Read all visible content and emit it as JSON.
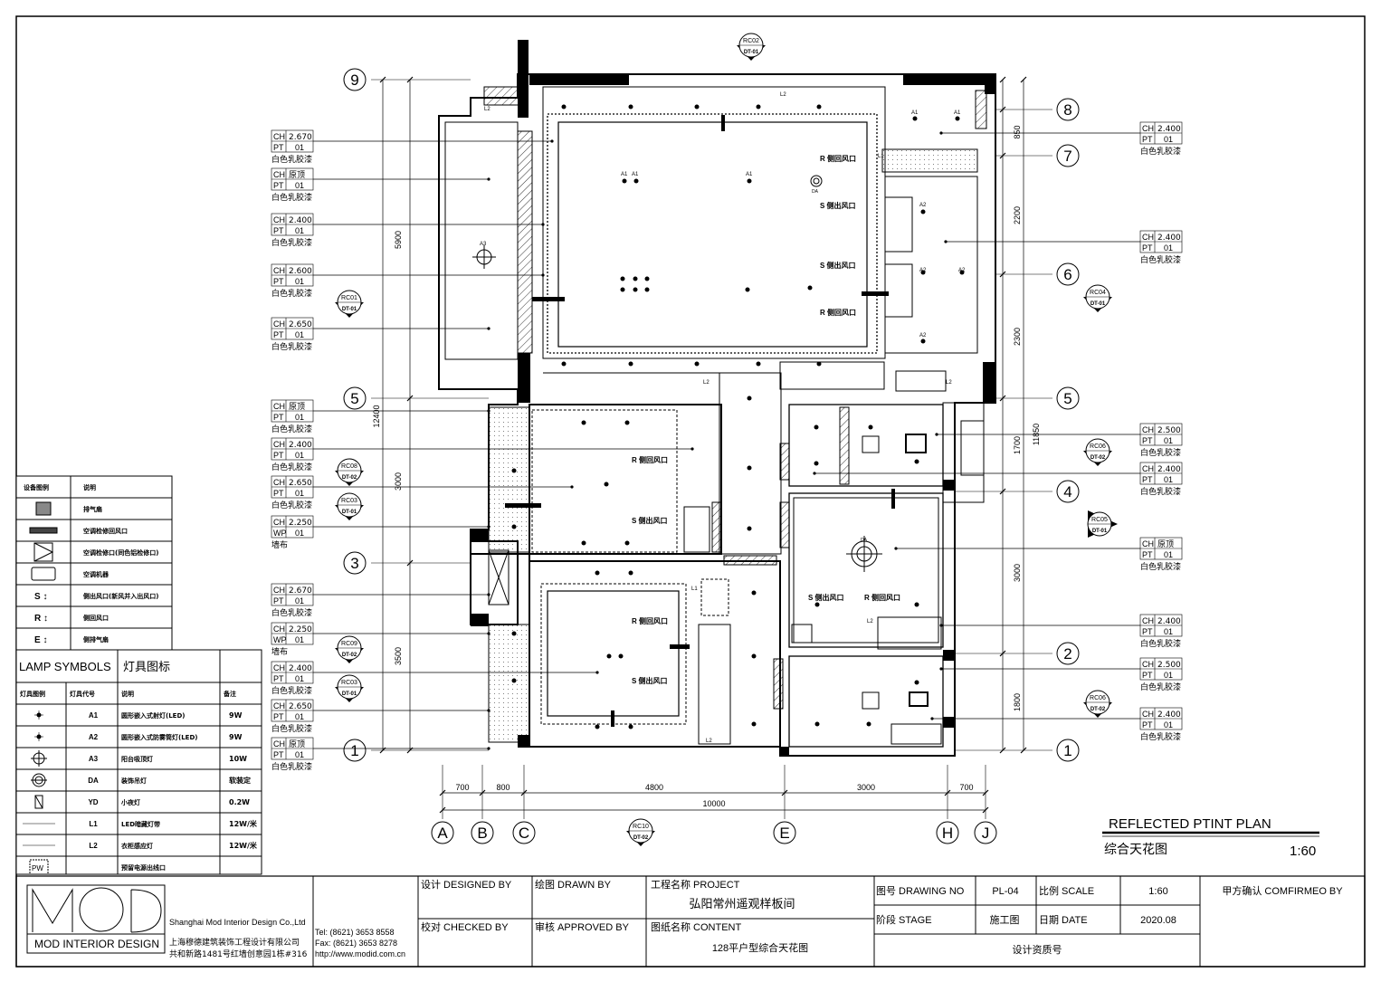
{
  "plan": {
    "title_en": "REFLECTED PTINT PLAN",
    "title_cn": "综合天花图",
    "scale": "1:60"
  },
  "grid": {
    "rows": [
      "9",
      "8",
      "7",
      "6",
      "5",
      "4",
      "3",
      "2",
      "1"
    ],
    "cols": [
      "A",
      "B",
      "C",
      "E",
      "H",
      "J"
    ]
  },
  "dims": {
    "bottom": [
      "700",
      "800",
      "4800",
      "3000",
      "700"
    ],
    "bottom_total": "10000",
    "left": [
      "5900",
      "3000",
      "3500"
    ],
    "left_total": "12400",
    "right": [
      "850",
      "2200",
      "2300",
      "1700",
      "3000",
      "1800"
    ],
    "right_total": "11850"
  },
  "left_tags": [
    {
      "ch": "2.670",
      "pt": "PT",
      "val": "01",
      "note": "白色乳胶漆"
    },
    {
      "ch": "原顶",
      "pt": "PT",
      "val": "01",
      "note": "白色乳胶漆"
    },
    {
      "ch": "2.400",
      "pt": "PT",
      "val": "01",
      "note": "白色乳胶漆"
    },
    {
      "ch": "2.600",
      "pt": "PT",
      "val": "01",
      "note": "白色乳胶漆"
    },
    {
      "ch": "2.650",
      "pt": "PT",
      "val": "01",
      "note": "白色乳胶漆"
    },
    {
      "ch": "原顶",
      "pt": "PT",
      "val": "01",
      "note": "白色乳胶漆"
    },
    {
      "ch": "2.400",
      "pt": "PT",
      "val": "01",
      "note": "白色乳胶漆"
    },
    {
      "ch": "2.650",
      "pt": "PT",
      "val": "01",
      "note": "白色乳胶漆"
    },
    {
      "ch": "2.250",
      "pt": "WP",
      "val": "01",
      "note": "墙布"
    },
    {
      "ch": "2.670",
      "pt": "PT",
      "val": "01",
      "note": "白色乳胶漆"
    },
    {
      "ch": "2.250",
      "pt": "WP",
      "val": "01",
      "note": "墙布"
    },
    {
      "ch": "2.400",
      "pt": "PT",
      "val": "01",
      "note": "白色乳胶漆"
    },
    {
      "ch": "2.650",
      "pt": "PT",
      "val": "01",
      "note": "白色乳胶漆"
    },
    {
      "ch": "原顶",
      "pt": "PT",
      "val": "01",
      "note": "白色乳胶漆"
    }
  ],
  "right_tags": [
    {
      "ch": "2.400",
      "pt": "PT",
      "val": "01",
      "note": "白色乳胶漆"
    },
    {
      "ch": "2.400",
      "pt": "PT",
      "val": "01",
      "note": "白色乳胶漆"
    },
    {
      "ch": "2.500",
      "pt": "PT",
      "val": "01",
      "note": "白色乳胶漆"
    },
    {
      "ch": "2.400",
      "pt": "PT",
      "val": "01",
      "note": "白色乳胶漆"
    },
    {
      "ch": "原顶",
      "pt": "PT",
      "val": "01",
      "note": "白色乳胶漆"
    },
    {
      "ch": "2.400",
      "pt": "PT",
      "val": "01",
      "note": "白色乳胶漆"
    },
    {
      "ch": "2.500",
      "pt": "PT",
      "val": "01",
      "note": "白色乳胶漆"
    },
    {
      "ch": "2.400",
      "pt": "PT",
      "val": "01",
      "note": "白色乳胶漆"
    }
  ],
  "sections": [
    {
      "code": "RC02",
      "sheet": "DT-01"
    },
    {
      "code": "RC01",
      "sheet": "DT-01"
    },
    {
      "code": "RC04",
      "sheet": "DT-01"
    },
    {
      "code": "RC08",
      "sheet": "DT-02"
    },
    {
      "code": "RC03",
      "sheet": "DT-01"
    },
    {
      "code": "RC06",
      "sheet": "DT-02"
    },
    {
      "code": "RC05",
      "sheet": "DT-01"
    },
    {
      "code": "RC09",
      "sheet": "DT-02"
    },
    {
      "code": "RC03",
      "sheet": "DT-01"
    },
    {
      "code": "RC06",
      "sheet": "DT-02"
    },
    {
      "code": "RC10",
      "sheet": "DT-02"
    }
  ],
  "room_labels": {
    "r_return": "R 侧回风口",
    "s_supply": "S 侧出风口",
    "light_a1": "A1",
    "light_a2": "A2",
    "light_a3": "A3",
    "light_da": "DA",
    "l1": "L1",
    "l2": "L2"
  },
  "legend1": {
    "head_symbol": "设备图例",
    "head_desc": "说明",
    "rows": [
      {
        "sym": "fan-square",
        "desc": "排气扇"
      },
      {
        "sym": "bar",
        "desc": "空调检修回风口"
      },
      {
        "sym": "triangle",
        "desc": "空调检修口(同色铝检修口)"
      },
      {
        "sym": "unit",
        "desc": "空调机器"
      },
      {
        "sym": "S",
        "desc": "侧出风口(新风并入出风口)"
      },
      {
        "sym": "R",
        "desc": "侧回风口"
      },
      {
        "sym": "E",
        "desc": "侧排气扇"
      }
    ]
  },
  "legend2": {
    "title_en": "LAMP SYMBOLS",
    "title_cn": "灯具图标",
    "head": [
      "灯具图例",
      "灯具代号",
      "说明",
      "备注"
    ],
    "rows": [
      {
        "sym": "dot",
        "code": "A1",
        "desc": "圆形嵌入式射灯(LED)",
        "note": "9W"
      },
      {
        "sym": "dot",
        "code": "A2",
        "desc": "圆形嵌入式防雾筒灯(LED)",
        "note": "9W"
      },
      {
        "sym": "cross",
        "code": "A3",
        "desc": "阳台吸顶灯",
        "note": "10W"
      },
      {
        "sym": "pendant",
        "code": "DA",
        "desc": "装饰吊灯",
        "note": "软装定"
      },
      {
        "sym": "yd",
        "code": "YD",
        "desc": "小夜灯",
        "note": "0.2W"
      },
      {
        "sym": "line",
        "code": "L1",
        "desc": "LED暗藏灯带",
        "note": "12W/米"
      },
      {
        "sym": "line",
        "code": "L2",
        "desc": "衣柜感应灯",
        "note": "12W/米"
      },
      {
        "sym": "pw",
        "code": "",
        "desc": "预留电源出线口",
        "note": ""
      }
    ]
  },
  "titleblock": {
    "company_en": "Shanghai Mod Interior Design Co.,Ltd",
    "company_cn": "上海穆德建筑装饰工程设计有限公司",
    "address": "共和新路1481号红墙创意园1栋#316",
    "tel": "Tel: (8621) 3653 8558",
    "fax": "Fax: (8621) 3653 8278",
    "web": "http://www.modid.com.cn",
    "logo_text": "MOD INTERIOR DESIGN",
    "designed_by": "设计 DESIGNED BY",
    "drawn_by": "绘图 DRAWN BY",
    "checked_by": "校对 CHECKED BY",
    "approved_by": "审核 APPROVED BY",
    "project_label": "工程名称 PROJECT",
    "project": "弘阳常州遥观样板间",
    "content_label": "图纸名称 CONTENT",
    "content": "128平户型综合天花图",
    "drawing_no_label": "图号 DRAWING NO",
    "drawing_no": "PL-04",
    "scale_label": "比例 SCALE",
    "scale": "1:60",
    "stage_label": "阶段 STAGE",
    "stage": "施工图",
    "date_label": "日期 DATE",
    "date": "2020.08",
    "confirm_label": "甲方确认 COMFIRMEO BY",
    "qual_label": "设计资质号"
  }
}
